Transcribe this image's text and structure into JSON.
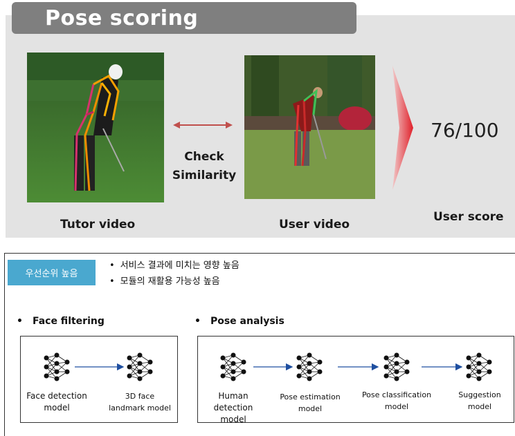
{
  "title": "Pose scoring",
  "compare_label": "Check Similarity",
  "tutor_caption": "Tutor video",
  "user_caption": "User video",
  "score_value": "76/100",
  "score_caption": "User score",
  "priority_badge": "우선순위 높음",
  "priority_bullets": [
    "서비스 결과에 미치는 영향 높음",
    "모듈의 재활용 가능성 높음"
  ],
  "face_section": {
    "title": "Face filtering",
    "models": [
      {
        "line1": "Face detection",
        "line2": "model"
      },
      {
        "line1": "3D face",
        "line2": "landmark model"
      }
    ]
  },
  "pose_section": {
    "title": "Pose analysis",
    "models": [
      {
        "line1": "Human detection",
        "line2": "model"
      },
      {
        "line1": "Pose estimation",
        "line2": "model"
      },
      {
        "line1": "Pose classification",
        "line2": "model"
      },
      {
        "line1": "Suggestion model",
        "line2": ""
      }
    ]
  },
  "colors": {
    "accent_arrow": "#1f4fa0",
    "badge": "#4aa8cf",
    "score_chevron": "#e0202a",
    "double_arrow": "#c0504d"
  }
}
